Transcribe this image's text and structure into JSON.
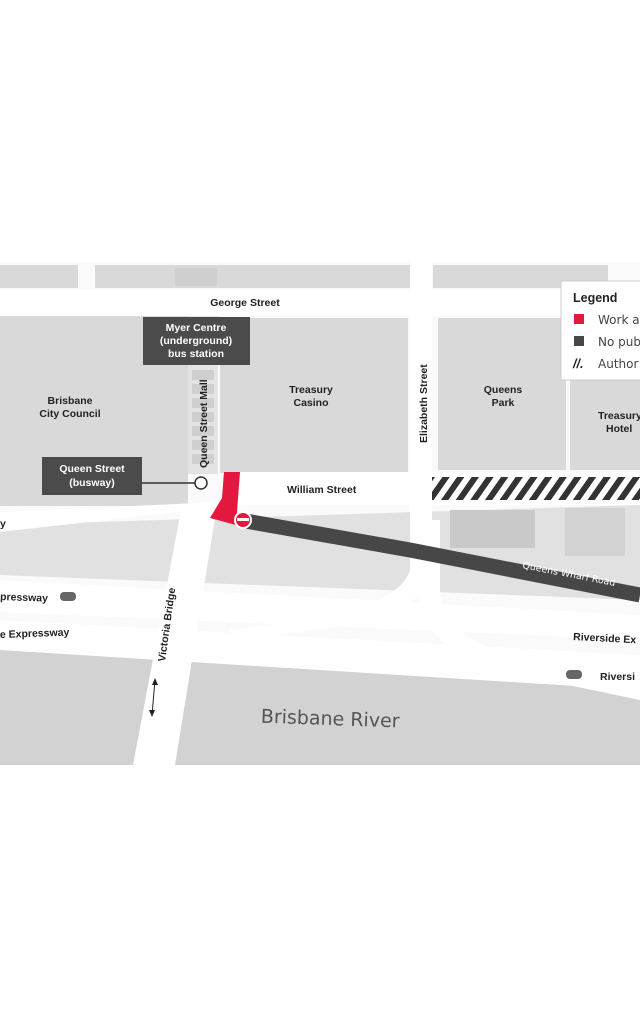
{
  "colors": {
    "work_area": "#e4173e",
    "no_public_access": "#474747",
    "road": "#ffffff",
    "block": "#d9d9d9",
    "river": "#d2d2d2",
    "label_box": "#4b4b4b"
  },
  "streets": {
    "george": "George Street",
    "queen_street_mall": "Queen Street Mall",
    "elizabeth": "Elizabeth Street",
    "william": "William Street",
    "left_cut": "y",
    "queens_wharf": "Queens Wharf Road",
    "expressway_upper": "pressway",
    "expressway_lower": "e Expressway",
    "victoria_bridge": "Victoria Bridge",
    "riverside_right": "Riverside Ex",
    "riverside_right_lower": "Riversi"
  },
  "places": {
    "brisbane_city_council": [
      "Brisbane",
      "City Council"
    ],
    "treasury_casino": [
      "Treasury",
      "Casino"
    ],
    "queens_park": [
      "Queens",
      "Park"
    ],
    "treasury_hotel": [
      "Treasury",
      "Hotel"
    ],
    "river": "Brisbane River"
  },
  "callouts": {
    "myer_centre": [
      "Myer Centre",
      "(underground)",
      "bus station"
    ],
    "queen_street_busway": [
      "Queen Street",
      "(busway)"
    ]
  },
  "legend": {
    "title": "Legend",
    "items": [
      {
        "label": "Work a",
        "icon": "red-square"
      },
      {
        "label": "No pub",
        "icon": "dark-square"
      },
      {
        "label": "Author",
        "icon": "hatch-icon"
      }
    ]
  }
}
